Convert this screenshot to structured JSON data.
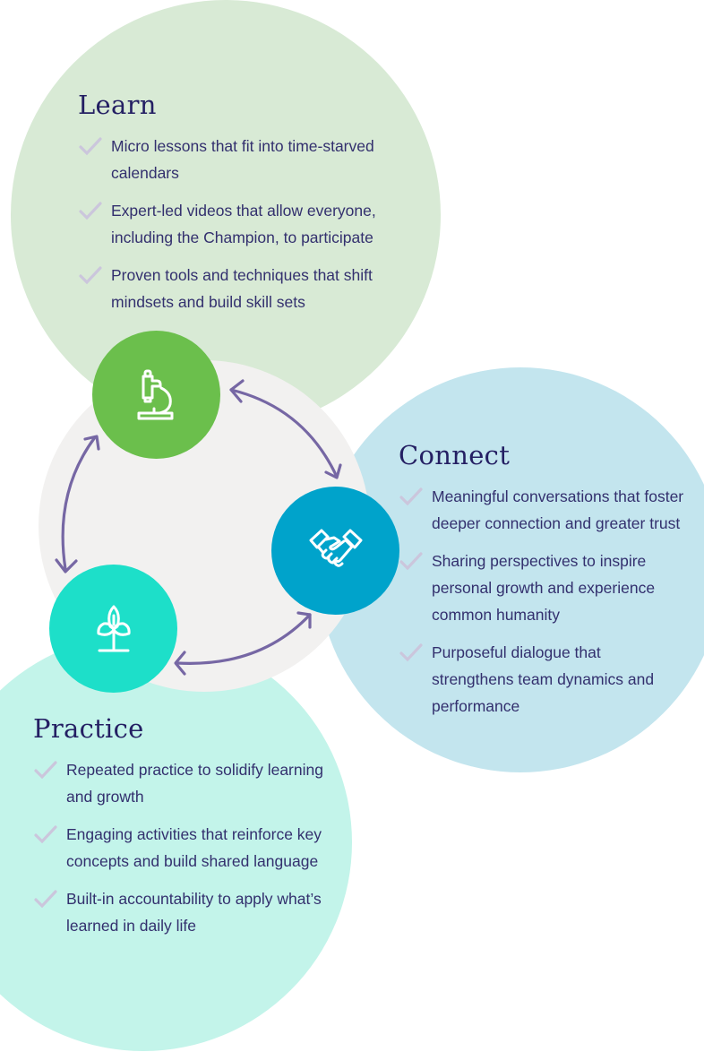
{
  "colors": {
    "learn_bg": "#d8ead5",
    "connect_bg": "#c3e5ee",
    "practice_bg": "#c3f4ea",
    "hub_bg": "#f2f1f0",
    "learn_node": "#6bbf4c",
    "connect_node": "#00a3cb",
    "practice_node": "#1ddfc9",
    "arrow": "#7667a4",
    "check": "#cbc6dc",
    "text": "#2e2a6b"
  },
  "sections": {
    "learn": {
      "title": "Learn",
      "icon": "microscope-icon",
      "items": [
        "Micro lessons that fit into time-starved calendars",
        "Expert-led videos that allow everyone, including the Champion, to participate",
        "Proven tools and techniques that shift mindsets and build skill sets"
      ]
    },
    "connect": {
      "title": "Connect",
      "icon": "handshake-icon",
      "items": [
        "Meaningful conversations that foster deeper connection and greater trust",
        "Sharing perspectives to inspire personal growth and experience common humanity",
        "Purposeful dialogue that strengthens team dynamics and performance"
      ]
    },
    "practice": {
      "title": "Practice",
      "icon": "sprout-icon",
      "items": [
        "Repeated practice to solidify learning and growth",
        "Engaging activities that reinforce key concepts and build shared language",
        "Built-in accountability to apply what’s learned in daily life"
      ]
    }
  }
}
